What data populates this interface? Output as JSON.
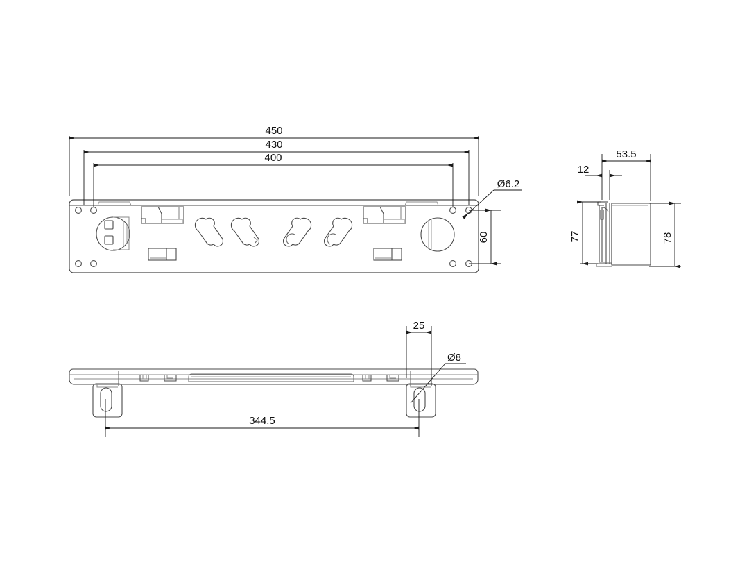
{
  "drawing": {
    "title": "Mounting bracket plate technical drawing",
    "units": "mm",
    "line_color": "#1a1a1a",
    "part_line_color": "#4a4a4a",
    "background": "#ffffff",
    "views": [
      {
        "name": "front-view",
        "label": ""
      },
      {
        "name": "side-view",
        "label": ""
      },
      {
        "name": "bottom-view",
        "label": ""
      }
    ],
    "dimensions": {
      "front_width_overall": "450",
      "front_width_mid": "430",
      "front_width_inner": "400",
      "front_hole_dia": "Ø6.2",
      "front_height": "60",
      "side_depth": "53.5",
      "side_lip": "12",
      "side_height_left": "77",
      "side_height_right": "78",
      "bottom_offset": "25",
      "bottom_hole_dia": "Ø8",
      "bottom_span": "344.5"
    }
  }
}
